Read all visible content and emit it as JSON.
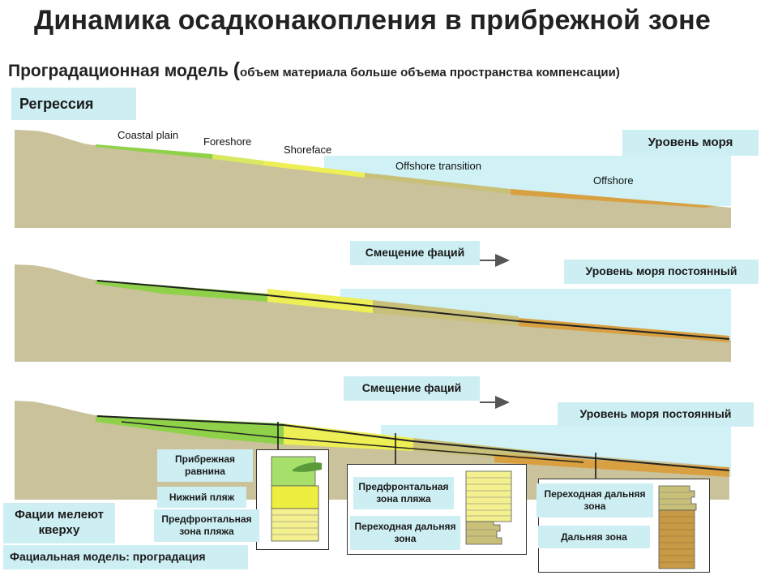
{
  "title": "Динамика осадконакопления в прибрежной зоне",
  "subtitle": {
    "main": "Проградационная модель ",
    "paren_open": "(",
    "note": "объем материала больше объема пространства компенсации)"
  },
  "labels": {
    "regression": "Регрессия",
    "sea_level": "Уровень моря",
    "facies_shift_1": "Смещение фаций",
    "sea_level_const_1": "Уровень моря постоянный",
    "facies_shift_2": "Смещение фаций",
    "sea_level_const_2": "Уровень моря постоянный",
    "coastal_plain_ru": "Прибрежная равнина",
    "lower_beach": "Нижний пляж",
    "foreshore_zone_ru": "Предфронтальная зона пляжа",
    "foreshore_zone_ru_2": "Предфронтальная зона пляжа",
    "transition_ru": "Переходная дальняя зона",
    "transition_ru_2": "Переходная дальняя зона",
    "offshore_ru": "Дальняя зона",
    "shallowing_up": "Фации мелеют кверху",
    "facies_model": "Фациальная модель: проградация"
  },
  "facies_names": {
    "coastal_plain": "Coastal plain",
    "foreshore": "Foreshore",
    "shoreface": "Shoreface",
    "offshore_transition": "Offshore transition",
    "offshore": "Offshore"
  },
  "colors": {
    "land": "#c9c29a",
    "sea": "#d0f2f6",
    "label_bg": "#cdeef2",
    "green": "#8fd24a",
    "yellow": "#eeee55",
    "olive": "#c8c079",
    "orange": "#d8a040"
  }
}
